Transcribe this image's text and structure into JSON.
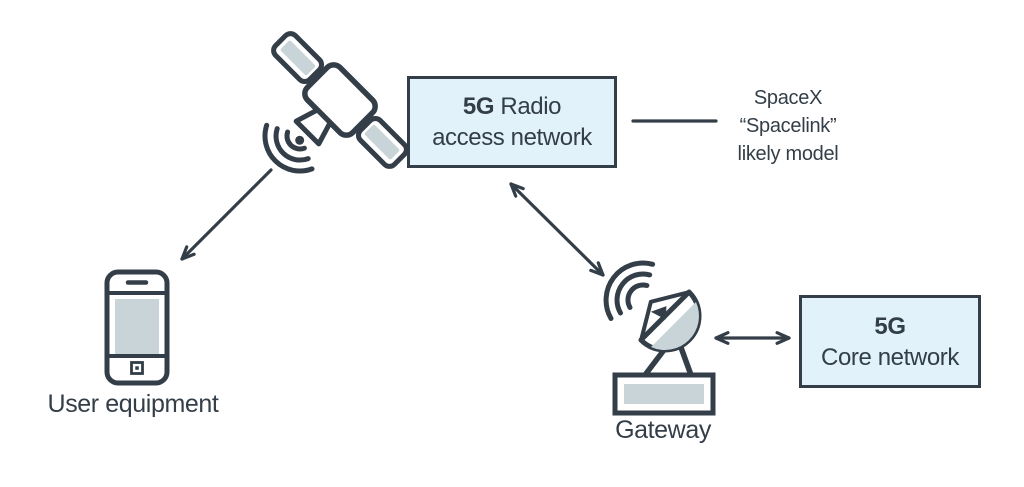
{
  "diagram": {
    "nodes": {
      "radio_access_network": {
        "line1_bold": "5G",
        "line1_rest": "Radio",
        "line2": "access network"
      },
      "core_network": {
        "line1_bold": "5G",
        "line2": "Core network"
      },
      "user_equipment": {
        "label": "User equipment"
      },
      "gateway": {
        "label": "Gateway"
      }
    },
    "annotation": {
      "line1": "SpaceX",
      "line2": "“Spacelink”",
      "line3": "likely model"
    },
    "icons": {
      "satellite": "satellite-icon",
      "user_equipment": "smartphone-icon",
      "gateway": "satellite-dish-icon"
    },
    "connections": [
      {
        "from": "satellite",
        "to": "user_equipment",
        "style": "single-arrow"
      },
      {
        "from": "radio_access_network",
        "to": "gateway",
        "style": "double-arrow"
      },
      {
        "from": "gateway",
        "to": "core_network",
        "style": "double-arrow"
      },
      {
        "from": "radio_access_network",
        "to": "annotation",
        "style": "plain-line"
      }
    ],
    "colors": {
      "box_fill": "#e1f2fa",
      "line": "#333e48",
      "icon_gray": "#c9d4d9",
      "text": "#333e48",
      "background": "#ffffff"
    }
  }
}
